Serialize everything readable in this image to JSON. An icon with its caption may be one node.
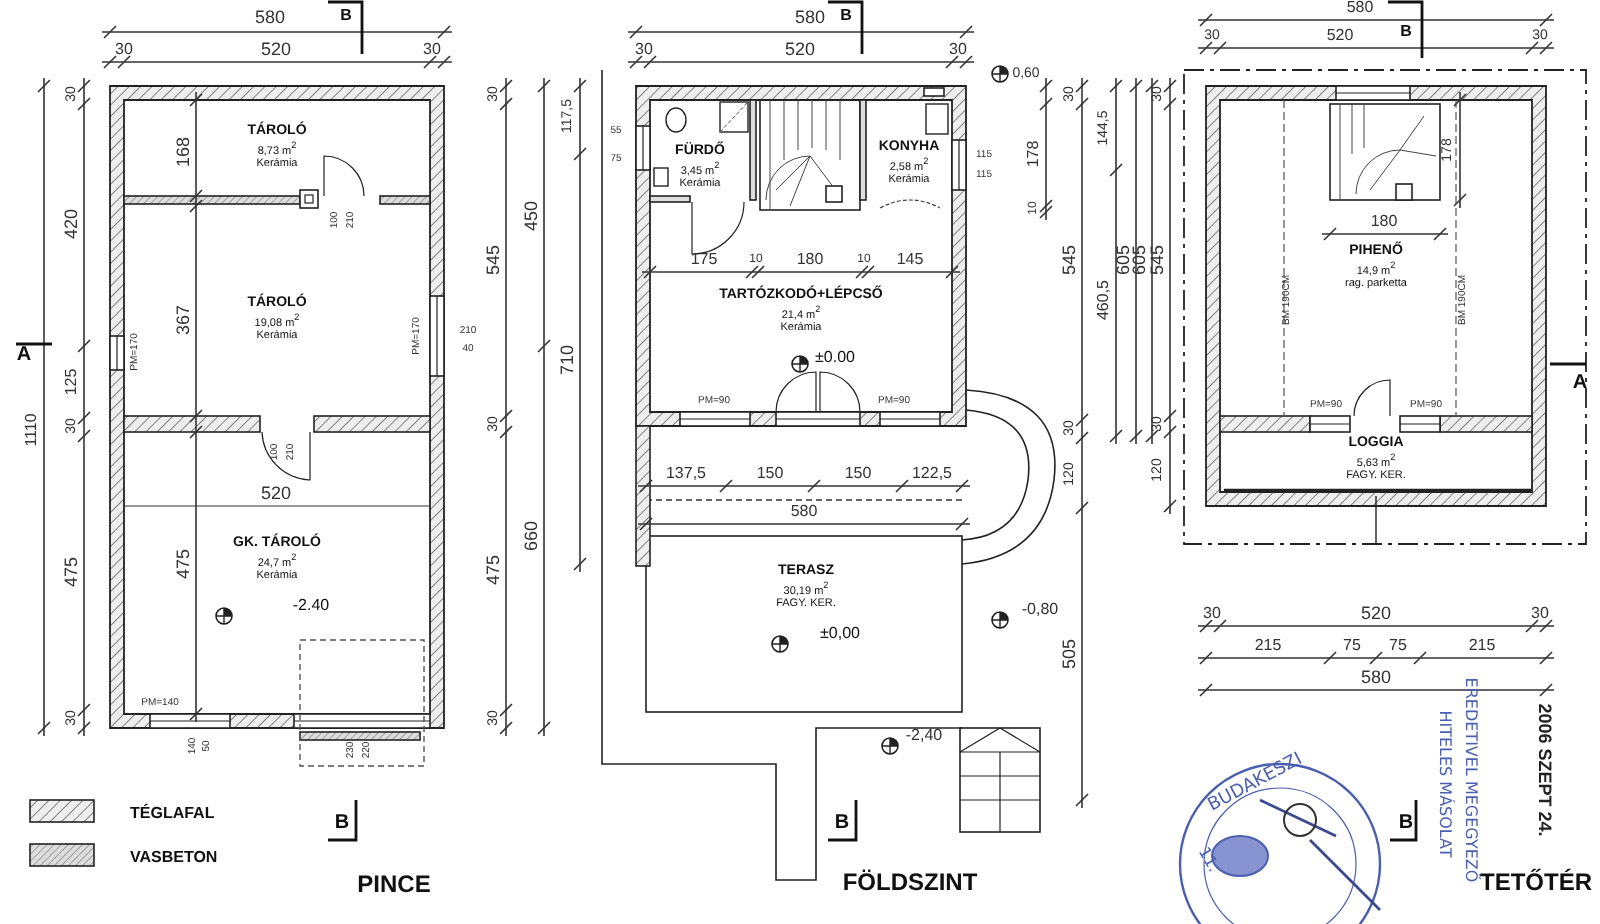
{
  "diagram": {
    "nodes": [
      {
        "text": [
          "PINCE"
        ]
      },
      {
        "text": [
          "TÁROLÓ",
          "8,73 m$^{2}$",
          "Kerámia"
        ],
        "in": 0
      },
      {
        "text": [
          "TÁROLÓ",
          "19,08 m$^{2}$",
          "Kerámia"
        ],
        "in": 0
      },
      {
        "text": [
          "GK. TÁROLÓ",
          "24,7 m$^{2}$",
          "Kerámia"
        ],
        "in": 0,
        "beside": [
          "-2.40"
        ]
      },
      {
        "text": [
          "FÖLDSZINT"
        ]
      },
      {
        "text": [
          "FÜRDŐ",
          "3,45 m$^{2}$",
          "Kerámia"
        ],
        "in": 4
      },
      {
        "text": [
          "KONYHA",
          "2,58 m$^{2}$",
          "Kerámia"
        ],
        "in": 4
      },
      {
        "text": [
          "TARTÓZKODÓ+LÉPCSŐ",
          "21,4 m$^{2}$",
          "Kerámia"
        ],
        "in": 4,
        "beside": [
          "±0.00"
        ]
      },
      {
        "text": [
          "TERASZ",
          "30,19 m$^{2}$",
          "FAGY. KER."
        ],
        "in": 4,
        "beside": [
          "±0,00"
        ]
      },
      {
        "text": [
          "TETŐTÉR"
        ]
      },
      {
        "text": [
          "PIHENŐ",
          "14,9 m$^{2}$",
          "rag. parketta"
        ],
        "in": 9
      },
      {
        "text": [
          "LOGGIA",
          "5,63 m$^{2}$",
          "FAGY. KER."
        ],
        "in": 9
      }
    ],
    "edges": [],
    "labels": [
      "580",
      "B",
      "30",
      "520",
      "30",
      "30",
      "420",
      "A",
      "1110",
      "125",
      "30",
      "475",
      "30",
      "168",
      "367",
      "475",
      "520",
      "30",
      "545",
      "450",
      "30",
      "475",
      "660",
      "30",
      "100",
      "210",
      "PM=170",
      "PM=170",
      "210",
      "40",
      "100",
      "210",
      "PM=140",
      "140",
      "50",
      "230",
      "220",
      "B",
      "580",
      "B",
      "30",
      "520",
      "30",
      "0,60",
      "117,5",
      "710",
      "55",
      "75",
      "115",
      "115",
      "30",
      "178",
      "144,5",
      "10",
      "545",
      "460,5",
      "605",
      "30",
      "120",
      "505",
      "175",
      "10",
      "180",
      "10",
      "145",
      "PM=90",
      "PM=90",
      "137,5",
      "150",
      "150",
      "122,5",
      "580",
      "-0,80",
      "-2,40",
      "B",
      "580",
      "30",
      "520",
      "B",
      "30",
      "30",
      "605",
      "545",
      "A",
      "30",
      "120",
      "178",
      "180",
      "BM 190CM",
      "BM 190CM",
      "PM=90",
      "PM=90",
      "30",
      "520",
      "30",
      "215",
      "75",
      "75",
      "215",
      "580",
      "11.",
      "BUDAKESZI",
      "B",
      "HITELES MÁSOLAT",
      "EREDETIVEL MEGEGYEZŐ",
      "2006 SZEPT 24."
    ],
    "legend": [
      {
        "text": "TÉGLAFAL"
      },
      {
        "text": "VASBETON"
      }
    ]
  }
}
